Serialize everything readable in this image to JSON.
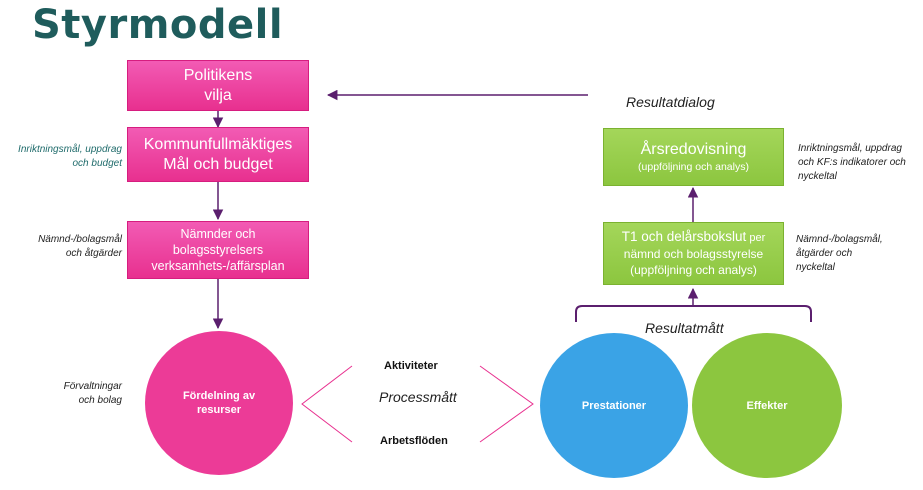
{
  "title": "Styrmodell",
  "left_column": {
    "politikens_vilja": [
      "Politikens",
      "vilja"
    ],
    "kommunfullmaktige": [
      "Kommunfullmäktiges",
      "Mål och budget"
    ],
    "namnder": [
      "Nämnder och",
      "bolagsstyrelsers",
      "verksamhets-/affärsplan"
    ],
    "fordelning": [
      "Fördelning av",
      "resurser"
    ]
  },
  "left_notes": {
    "inriktningsmal": [
      "Inriktningsmål, uppdrag",
      "och budget"
    ],
    "namnd_bolagsmal": [
      "Nämnd-/bolagsmål",
      "och åtgärder"
    ],
    "forvaltningar": [
      "Förvaltningar",
      "och bolag"
    ]
  },
  "middle": {
    "resultatdialog": "Resultatdialog",
    "aktiviteter": "Aktiviteter",
    "processmatt": "Processmått",
    "arbetsfloden": "Arbetsflöden",
    "resultatmatt": "Resultatmått"
  },
  "right_column": {
    "arsredovisning_title": "Årsredovisning",
    "arsredovisning_sub": "(uppföljning och analys)",
    "t1_line1_main": "T1 och delårsbokslut",
    "t1_line1_small": " per",
    "t1_line2": "nämnd och bolagsstyrelse",
    "t1_line3": "(uppföljning och analys)",
    "prestationer": "Prestationer",
    "effekter": "Effekter"
  },
  "right_notes": {
    "inriktningsmal_kf": [
      "Inriktningsmål, uppdrag",
      "och KF:s indikatorer och",
      "nyckeltal"
    ],
    "namnd_bolagsmal": [
      "Nämnd-/bolagsmål,",
      "åtgärder och",
      "nyckeltal"
    ]
  },
  "colors": {
    "pink": "#ec3b97",
    "green": "#8cc63f",
    "blue": "#3aa3e6",
    "arrow": "#5b1f6e",
    "title": "#1f5c5c"
  }
}
